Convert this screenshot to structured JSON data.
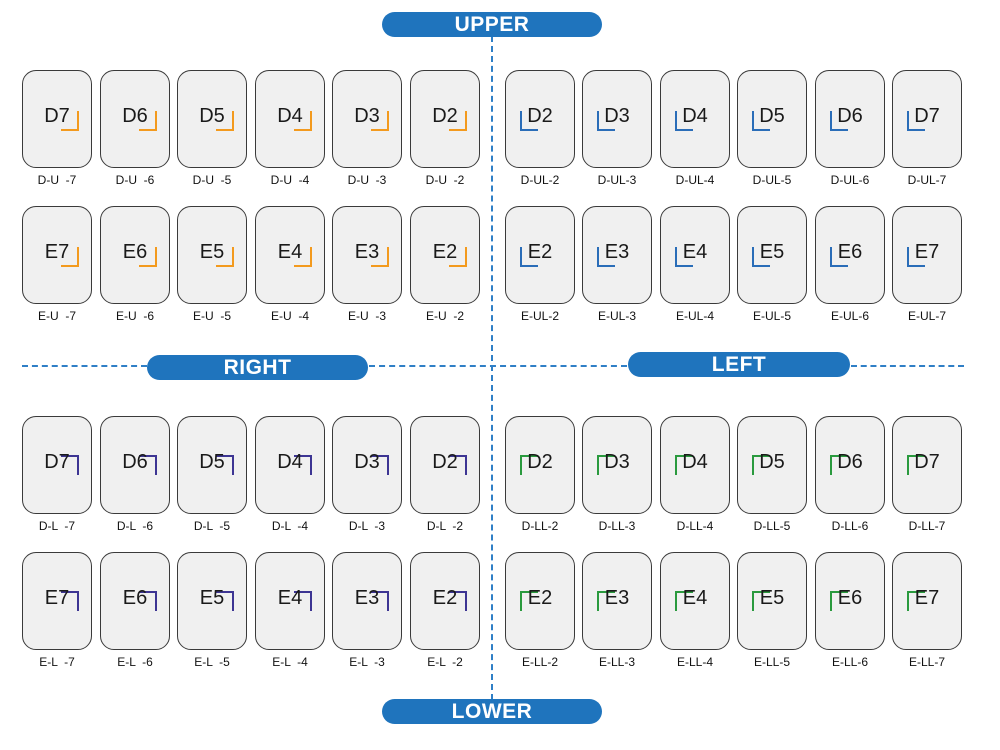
{
  "headers": {
    "upper": "UPPER",
    "lower": "LOWER",
    "right": "RIGHT",
    "left": "LEFT"
  },
  "colors": {
    "header_bg": "#1f74bd",
    "divider": "#2f7fc6",
    "upper_right_bracket": "#f39a1e",
    "upper_left_bracket": "#2a6db8",
    "lower_right_bracket": "#3d3593",
    "lower_left_bracket": "#2a9a3e",
    "tooth_fill": "#f0f0f0"
  },
  "quadrants": {
    "upper_right": {
      "rows": [
        [
          {
            "label": "D7",
            "caption": "D-U  -7"
          },
          {
            "label": "D6",
            "caption": "D-U  -6"
          },
          {
            "label": "D5",
            "caption": "D-U  -5"
          },
          {
            "label": "D4",
            "caption": "D-U  -4"
          },
          {
            "label": "D3",
            "caption": "D-U  -3"
          },
          {
            "label": "D2",
            "caption": "D-U  -2"
          }
        ],
        [
          {
            "label": "E7",
            "caption": "E-U  -7"
          },
          {
            "label": "E6",
            "caption": "E-U  -6"
          },
          {
            "label": "E5",
            "caption": "E-U  -5"
          },
          {
            "label": "E4",
            "caption": "E-U  -4"
          },
          {
            "label": "E3",
            "caption": "E-U  -3"
          },
          {
            "label": "E2",
            "caption": "E-U  -2"
          }
        ]
      ]
    },
    "upper_left": {
      "rows": [
        [
          {
            "label": "D2",
            "caption": "D-UL-2"
          },
          {
            "label": "D3",
            "caption": "D-UL-3"
          },
          {
            "label": "D4",
            "caption": "D-UL-4"
          },
          {
            "label": "D5",
            "caption": "D-UL-5"
          },
          {
            "label": "D6",
            "caption": "D-UL-6"
          },
          {
            "label": "D7",
            "caption": "D-UL-7"
          }
        ],
        [
          {
            "label": "E2",
            "caption": "E-UL-2"
          },
          {
            "label": "E3",
            "caption": "E-UL-3"
          },
          {
            "label": "E4",
            "caption": "E-UL-4"
          },
          {
            "label": "E5",
            "caption": "E-UL-5"
          },
          {
            "label": "E6",
            "caption": "E-UL-6"
          },
          {
            "label": "E7",
            "caption": "E-UL-7"
          }
        ]
      ]
    },
    "lower_right": {
      "rows": [
        [
          {
            "label": "D7",
            "caption": "D-L  -7"
          },
          {
            "label": "D6",
            "caption": "D-L  -6"
          },
          {
            "label": "D5",
            "caption": "D-L  -5"
          },
          {
            "label": "D4",
            "caption": "D-L  -4"
          },
          {
            "label": "D3",
            "caption": "D-L  -3"
          },
          {
            "label": "D2",
            "caption": "D-L  -2"
          }
        ],
        [
          {
            "label": "E7",
            "caption": "E-L  -7"
          },
          {
            "label": "E6",
            "caption": "E-L  -6"
          },
          {
            "label": "E5",
            "caption": "E-L  -5"
          },
          {
            "label": "E4",
            "caption": "E-L  -4"
          },
          {
            "label": "E3",
            "caption": "E-L  -3"
          },
          {
            "label": "E2",
            "caption": "E-L  -2"
          }
        ]
      ]
    },
    "lower_left": {
      "rows": [
        [
          {
            "label": "D2",
            "caption": "D-LL-2"
          },
          {
            "label": "D3",
            "caption": "D-LL-3"
          },
          {
            "label": "D4",
            "caption": "D-LL-4"
          },
          {
            "label": "D5",
            "caption": "D-LL-5"
          },
          {
            "label": "D6",
            "caption": "D-LL-6"
          },
          {
            "label": "D7",
            "caption": "D-LL-7"
          }
        ],
        [
          {
            "label": "E2",
            "caption": "E-LL-2"
          },
          {
            "label": "E3",
            "caption": "E-LL-3"
          },
          {
            "label": "E4",
            "caption": "E-LL-4"
          },
          {
            "label": "E5",
            "caption": "E-LL-5"
          },
          {
            "label": "E6",
            "caption": "E-LL-6"
          },
          {
            "label": "E7",
            "caption": "E-LL-7"
          }
        ]
      ]
    }
  }
}
